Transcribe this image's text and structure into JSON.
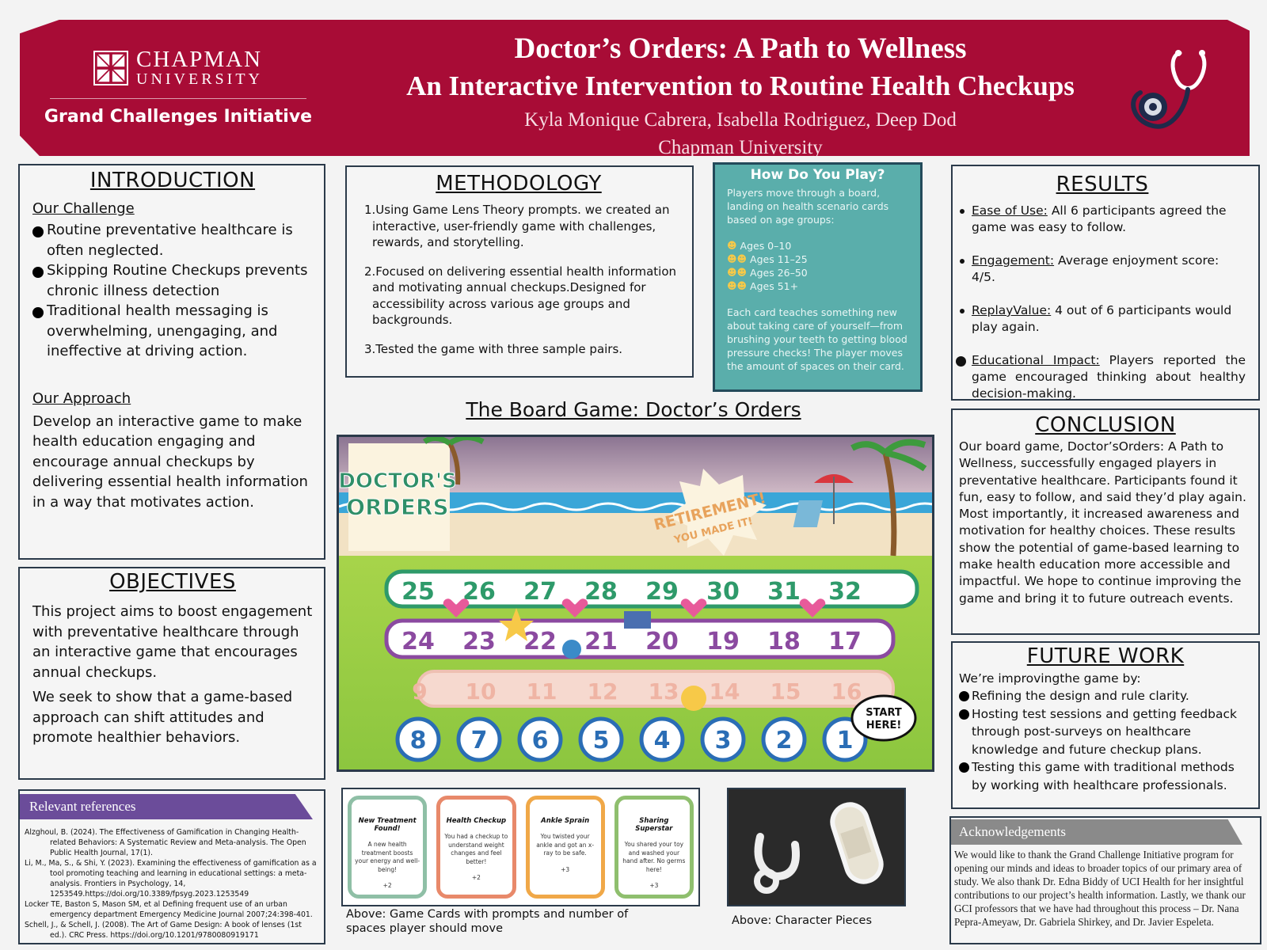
{
  "header": {
    "logo_line1": "CHAPMAN",
    "logo_line2": "UNIVERSITY",
    "program": "Grand Challenges Initiative",
    "title_line1": "Doctor’s Orders: A Path to Wellness",
    "title_line2": "An Interactive Intervention to Routine Health Checkups",
    "authors": "Kyla Monique Cabrera, Isabella Rodriguez, Deep Dod",
    "affiliation": "Chapman University",
    "accent_color": "#a80c36"
  },
  "introduction": {
    "heading": "INTRODUCTION",
    "challenge_heading": "Our Challenge",
    "challenge_items": [
      "Routine preventative healthcare is often neglected.",
      "Skipping Routine Checkups prevents chronic illness detection",
      "Traditional health messaging is overwhelming, unengaging, and ineffective at driving action."
    ],
    "approach_heading": "Our Approach",
    "approach_text": "Develop an interactive game to make health education engaging and encourage annual checkups by delivering essential health information in a way that motivates action."
  },
  "objectives": {
    "heading": "OBJECTIVES",
    "p1": "This project aims to boost engagement with preventative healthcare through an interactive game that encourages annual checkups.",
    "p2": "We seek to show that a game-based approach can shift attitudes and promote healthier behaviors."
  },
  "references": {
    "heading": "Relevant references",
    "items": [
      "Alzghoul, B. (2024). The Effectiveness of Gamification in Changing Health-related Behaviors: A Systematic Review and Meta-analysis. The Open Public Health Journal, 17(1).",
      "Li, M., Ma, S., & Shi, Y. (2023). Examining the effectiveness of gamification as a tool promoting teaching and learning in educational settings: a meta-analysis. Frontiers in Psychology, 14, 1253549.https://doi.org/10.3389/fpsyg.2023.1253549",
      "Locker TE, Baston S, Mason SM, et al Defining frequent use of an urban emergency department Emergency Medicine Journal 2007;24:398-401.",
      "Schell, J., & Schell, J. (2008). The Art of Game Design: A book of lenses (1st ed.). CRC Press. https://doi.org/10.1201/9780080919171"
    ],
    "band_color": "#6b4c9a"
  },
  "methodology": {
    "heading": "METHODOLOGY",
    "items": [
      "1.Using Game Lens Theory prompts. we created an interactive, user-friendly game with challenges, rewards, and storytelling.",
      "2.Focused on delivering essential health information and motivating annual checkups.Designed for accessibility across various age groups and backgrounds.",
      "3.Tested the game with three sample pairs."
    ]
  },
  "how_to_play": {
    "heading": "How Do You Play?",
    "intro": "Players move through a board, landing on health scenario cards based on age groups:",
    "ages": [
      "Ages 0–10",
      "Ages 11–25",
      "Ages 26–50",
      "Ages 51+"
    ],
    "outro": "Each card teaches something new about taking care of yourself—from brushing your teeth to getting blood pressure checks! The player moves the amount of spaces on their card.",
    "bg_color": "#5aaeab"
  },
  "results": {
    "heading": "RESULTS",
    "items": [
      {
        "key": "Ease of Use:",
        "text": " All 6 participants agreed the game was easy to follow."
      },
      {
        "key": "Engagement:",
        "text": " Average enjoyment score: 4/5."
      },
      {
        "key": "ReplayValue:",
        "text": " 4 out of 6 participants would play again."
      },
      {
        "key": "Educational Impact:",
        "text": " Players reported the game encouraged thinking about healthy decision-making."
      }
    ]
  },
  "conclusion": {
    "heading": "CONCLUSION",
    "text": "Our board game, Doctor’sOrders: A Path to Wellness, successfully engaged players in preventative healthcare. Participants found it fun, easy to follow, and said they’d play again. Most importantly, it increased awareness and motivation for healthy choices. These results show the potential of game-based learning to make health education more accessible and impactful. We hope to continue improving the game and bring it to future outreach events."
  },
  "future_work": {
    "heading": "FUTURE WORK",
    "intro": "We’re improvingthe game by:",
    "items": [
      "Refining the design and rule clarity.",
      "Hosting test sessions and getting feedback through post-surveys on healthcare knowledge and future checkup plans.",
      "Testing this game with traditional methods by working with healthcare professionals."
    ]
  },
  "acknowledgements": {
    "heading": "Acknowledgements",
    "text": "We would like to thank the Grand Challenge Initiative program for opening our minds and ideas to broader topics of our primary area of study. We also thank Dr. Edna Biddy of UCI Health for her insightful contributions to our project’s health information. Lastly, we thank our GCI professors that we have had throughout this process – Dr. Nana Pepra-Ameyaw, Dr. Gabriela Shirkey, and Dr. Javier Espeleta."
  },
  "board_game": {
    "heading": "The Board Game: Doctor’s Orders",
    "logo_line1": "DOCTOR'S",
    "logo_line2": "ORDERS",
    "retirement_line1": "RETIREMENT!",
    "retirement_line2": "YOU MADE IT!",
    "start_line1": "START",
    "start_line2": "HERE!",
    "row_top": [
      "25",
      "26",
      "27",
      "28",
      "29",
      "30",
      "31",
      "32"
    ],
    "row_mid": [
      "24",
      "23",
      "22",
      "21",
      "20",
      "19",
      "18",
      "17"
    ],
    "row_low": [
      "9",
      "10",
      "11",
      "12",
      "13",
      "14",
      "15",
      "16"
    ],
    "row_bottom": [
      "8",
      "7",
      "6",
      "5",
      "4",
      "3",
      "2",
      "1"
    ]
  },
  "cards": {
    "items": [
      {
        "title": "New Treatment Found!",
        "body": "A new health treatment boosts your energy and well-being!",
        "points": "+2",
        "color": "#8fbfa6"
      },
      {
        "title": "Health Checkup",
        "body": "You had a checkup to understand weight changes and feel better!",
        "points": "+2",
        "color": "#e8896a"
      },
      {
        "title": "Ankle Sprain",
        "body": "You twisted your ankle and got an x-ray to be safe.",
        "points": "+3",
        "color": "#f0a848"
      },
      {
        "title": "Sharing Superstar",
        "body": "You shared your toy and washed your hand after. No germs here!",
        "points": "+3",
        "color": "#8fbf6e"
      }
    ],
    "caption": "Above: Game Cards with prompts and number of spaces player should move"
  },
  "pieces": {
    "caption": "Above: Character Pieces"
  }
}
